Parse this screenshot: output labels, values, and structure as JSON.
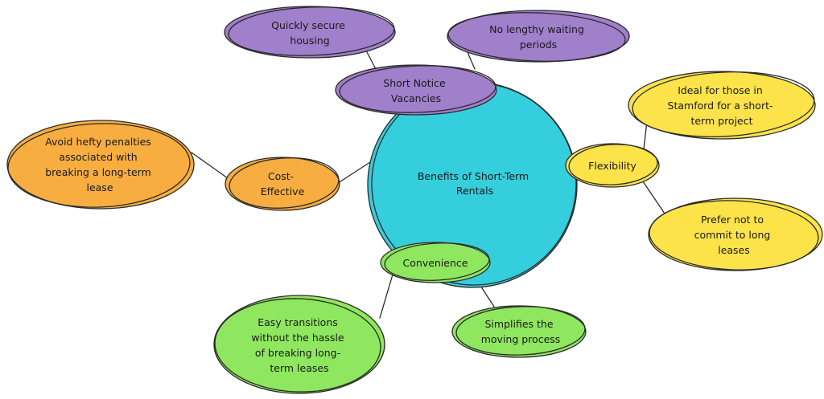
{
  "center": {
    "label": [
      "Benefits of Short-Term",
      "Rentals"
    ],
    "color": "#35cedd"
  },
  "branches": [
    {
      "id": "short-notice",
      "label": [
        "Short Notice",
        "Vacancies"
      ],
      "color": "#a07fcb",
      "leaves": [
        {
          "id": "quick-housing",
          "label": [
            "Quickly secure",
            "housing"
          ]
        },
        {
          "id": "no-waiting",
          "label": [
            "No lengthy waiting",
            "periods"
          ]
        }
      ]
    },
    {
      "id": "flexibility",
      "label": [
        "Flexibility"
      ],
      "color": "#fde34a",
      "leaves": [
        {
          "id": "stamford",
          "label": [
            "Ideal for those in",
            "Stamford for a short-",
            "term project"
          ]
        },
        {
          "id": "no-commit",
          "label": [
            "Prefer not to",
            "commit to long",
            "leases"
          ]
        }
      ]
    },
    {
      "id": "cost-effective",
      "label": [
        "Cost-",
        "Effective"
      ],
      "color": "#f7ad40",
      "leaves": [
        {
          "id": "penalties",
          "label": [
            "Avoid hefty penalties",
            "associated with",
            "breaking a long-term",
            "lease"
          ]
        }
      ]
    },
    {
      "id": "convenience",
      "label": [
        "Convenience"
      ],
      "color": "#8fe65f",
      "leaves": [
        {
          "id": "transitions",
          "label": [
            "Easy transitions",
            "without the hassle",
            "of breaking long-",
            "term leases"
          ]
        },
        {
          "id": "simplifies",
          "label": [
            "Simplifies the",
            "moving process"
          ]
        }
      ]
    }
  ]
}
